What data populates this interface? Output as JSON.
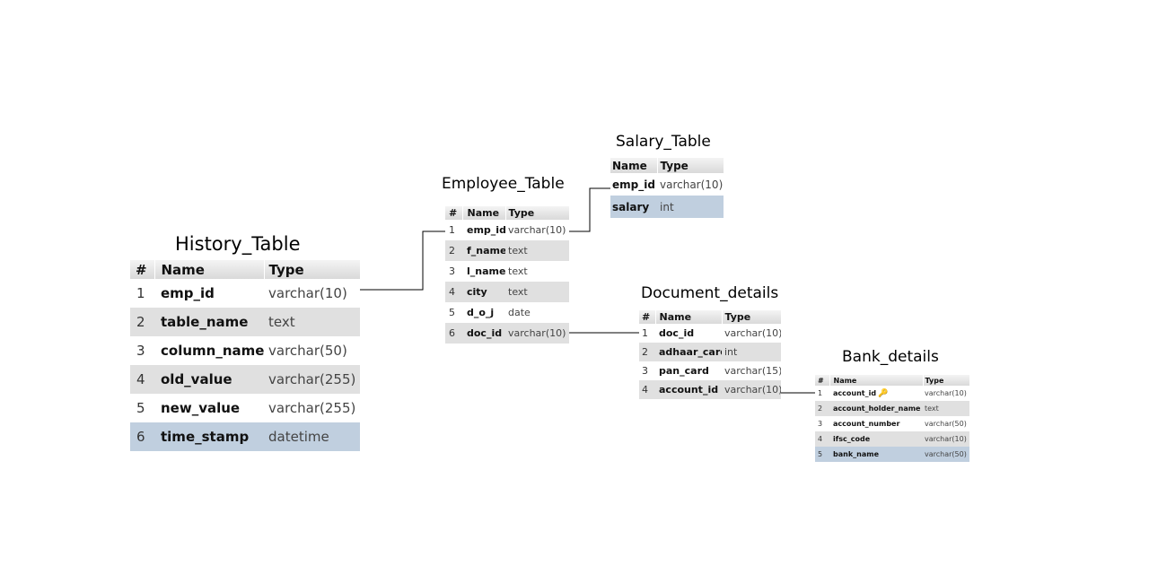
{
  "tables": {
    "history": {
      "title": "History_Table",
      "headers": [
        "#",
        "Name",
        "Type"
      ],
      "rows": [
        {
          "num": "1",
          "name": "emp_id",
          "type": "varchar(10)"
        },
        {
          "num": "2",
          "name": "table_name",
          "type": "text"
        },
        {
          "num": "3",
          "name": "column_name",
          "type": "varchar(50)"
        },
        {
          "num": "4",
          "name": "old_value",
          "type": "varchar(255)"
        },
        {
          "num": "5",
          "name": "new_value",
          "type": "varchar(255)"
        },
        {
          "num": "6",
          "name": "time_stamp",
          "type": "datetime"
        }
      ]
    },
    "employee": {
      "title": "Employee_Table",
      "headers": [
        "#",
        "Name",
        "Type"
      ],
      "rows": [
        {
          "num": "1",
          "name": "emp_id",
          "type": "varchar(10)"
        },
        {
          "num": "2",
          "name": "f_name",
          "type": "text"
        },
        {
          "num": "3",
          "name": "l_name",
          "type": "text"
        },
        {
          "num": "4",
          "name": "city",
          "type": "text"
        },
        {
          "num": "5",
          "name": "d_o_j",
          "type": "date"
        },
        {
          "num": "6",
          "name": "doc_id",
          "type": "varchar(10)"
        }
      ]
    },
    "salary": {
      "title": "Salary_Table",
      "headers": [
        "Name",
        "Type"
      ],
      "rows": [
        {
          "name": "emp_id",
          "type": "varchar(10)"
        },
        {
          "name": "salary",
          "type": "int"
        }
      ]
    },
    "document": {
      "title": "Document_details",
      "headers": [
        "#",
        "Name",
        "Type"
      ],
      "rows": [
        {
          "num": "1",
          "name": "doc_id",
          "type": "varchar(10)"
        },
        {
          "num": "2",
          "name": "adhaar_card",
          "type": "int"
        },
        {
          "num": "3",
          "name": "pan_card",
          "type": "varchar(15)"
        },
        {
          "num": "4",
          "name": "account_id",
          "type": "varchar(10)"
        }
      ]
    },
    "bank": {
      "title": "Bank_details",
      "headers": [
        "#",
        "Name",
        "Type"
      ],
      "rows": [
        {
          "num": "1",
          "name": "account_id",
          "type": "varchar(10)",
          "key_icon": "key-icon"
        },
        {
          "num": "2",
          "name": "account_holder_name",
          "type": "text"
        },
        {
          "num": "3",
          "name": "account_number",
          "type": "varchar(50)"
        },
        {
          "num": "4",
          "name": "ifsc_code",
          "type": "varchar(10)"
        },
        {
          "num": "5",
          "name": "bank_name",
          "type": "varchar(50)"
        }
      ]
    }
  },
  "colors": {
    "header_gradient_top": "#f4f4f4",
    "header_gradient_bottom": "#d9d9d9",
    "row_alt": "#e0e0e0",
    "row_selected": "#c0cfdf",
    "connector": "#000000"
  }
}
